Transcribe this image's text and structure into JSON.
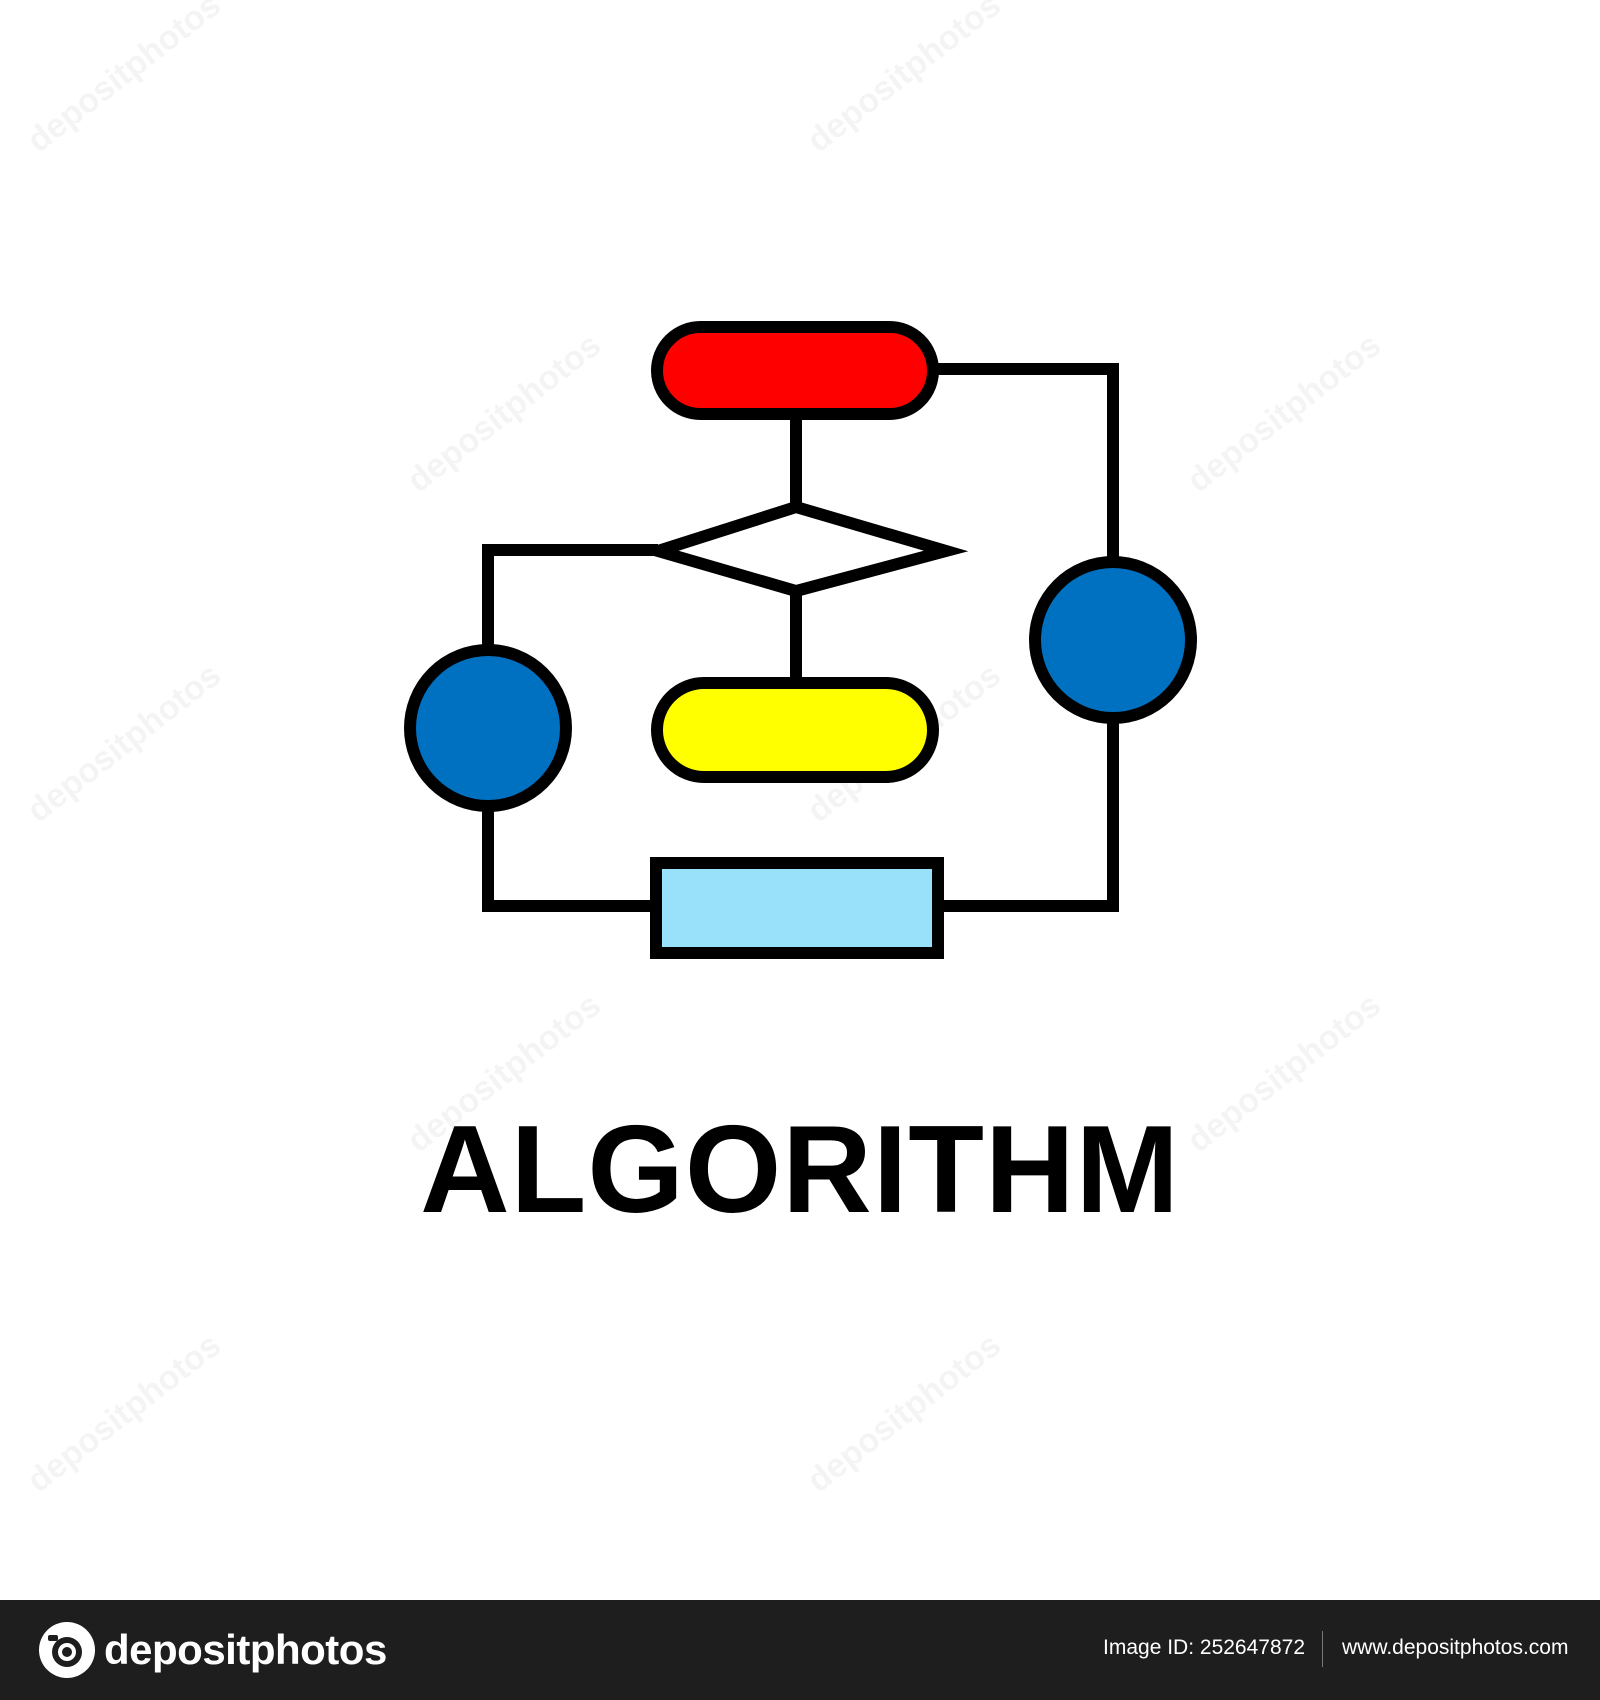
{
  "illustration": {
    "title": "ALGORITHM",
    "colors": {
      "start_terminal": "#ff0000",
      "end_terminal": "#ffff00",
      "connector_nodes": "#0070c0",
      "process_box": "#99e0fa",
      "decision": "#ffffff",
      "outline": "#000000"
    },
    "shapes": [
      "start-terminal",
      "decision-diamond",
      "end-terminal",
      "left-connector",
      "right-connector",
      "process-box"
    ],
    "icons": [
      "flowchart-icon"
    ]
  },
  "watermark": {
    "text": "depositphotos"
  },
  "footer": {
    "brand": "depositphotos",
    "image_id": "Image ID: 252647872",
    "url": "www.depositphotos.com",
    "background": "#1e1e1e",
    "icons": [
      "camera-logo-icon"
    ]
  }
}
